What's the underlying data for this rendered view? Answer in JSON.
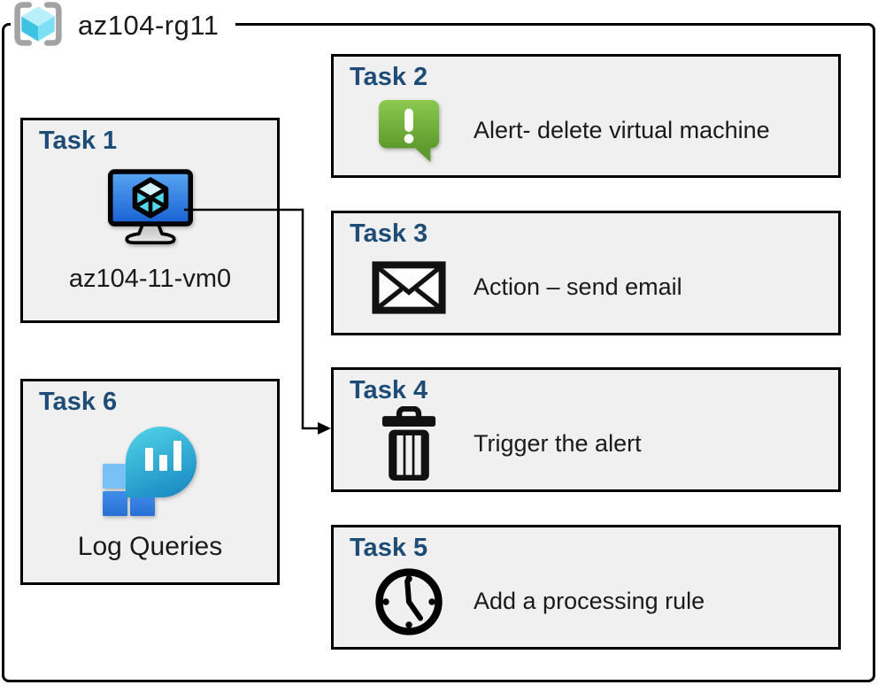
{
  "diagram": {
    "resource_group": {
      "label": "az104-rg11",
      "icon": "resource-group-icon"
    },
    "tasks": [
      {
        "title": "Task 1",
        "label": "az104-11-vm0",
        "icon": "virtual-machine-icon"
      },
      {
        "title": "Task 2",
        "label": "Alert- delete virtual machine",
        "icon": "alert-message-icon"
      },
      {
        "title": "Task 3",
        "label": "Action – send email",
        "icon": "email-envelope-icon"
      },
      {
        "title": "Task 4",
        "label": "Trigger the alert",
        "icon": "trash-delete-icon"
      },
      {
        "title": "Task 5",
        "label": "Add a processing rule",
        "icon": "clock-icon"
      },
      {
        "title": "Task 6",
        "label": "Log Queries",
        "icon": "log-analytics-icon"
      }
    ],
    "connector": {
      "from": "Task 1 virtual machine",
      "to": "Task 4"
    },
    "colors": {
      "task_title_navy": "#1d4c77",
      "box_fill_gray": "#f0f0f0",
      "border_black": "#000000",
      "alert_green": "#76b93e",
      "vm_screen_blue": "#2f7fe0",
      "log_analytics_teal": "#2fb7d9",
      "resource_cube_cyan": "#55d4ef",
      "bracket_gray": "#a3a3a3"
    }
  }
}
